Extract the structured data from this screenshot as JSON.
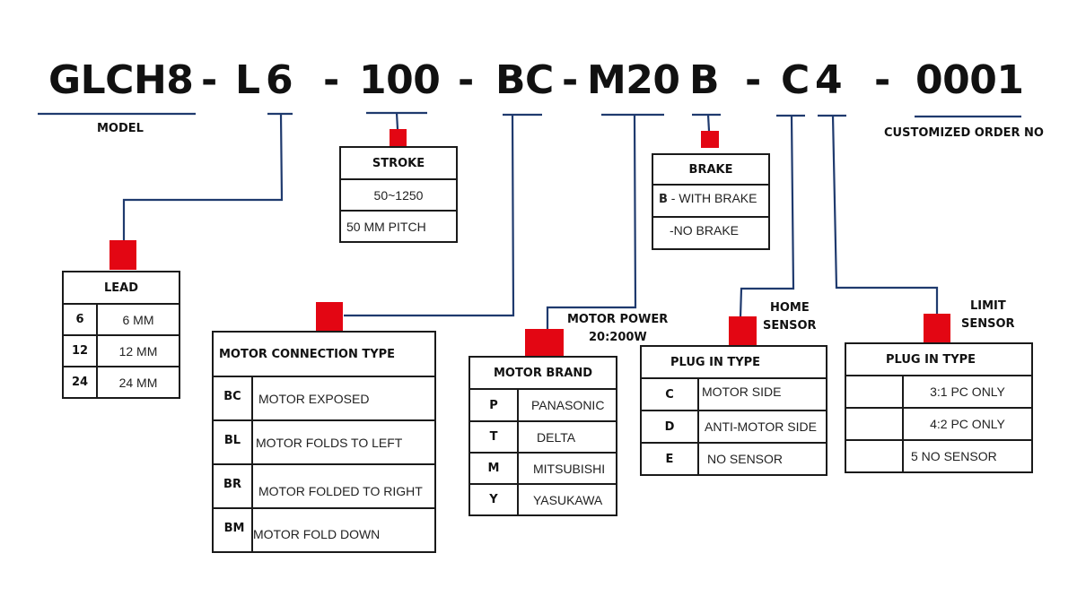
{
  "part_number": {
    "segments": [
      "GLCH8",
      "-",
      "L",
      "6",
      "-",
      "100",
      "-",
      "BC",
      "-",
      "M20",
      "B",
      "-",
      "C",
      "4",
      "-",
      "0001"
    ]
  },
  "labels": {
    "model": "MODEL",
    "customized_order_no": "CUSTOMIZED ORDER NO",
    "motor_power_line1": "MOTOR POWER",
    "motor_power_line2": "20:200W",
    "home_sensor_line1": "HOME",
    "home_sensor_line2": "SENSOR",
    "limit_sensor_line1": "LIMIT",
    "limit_sensor_line2": "SENSOR"
  },
  "tables": {
    "lead": {
      "title": "LEAD",
      "rows": [
        {
          "code": "6",
          "desc": "6 MM"
        },
        {
          "code": "12",
          "desc": "12 MM"
        },
        {
          "code": "24",
          "desc": "24 MM"
        }
      ]
    },
    "stroke": {
      "title": "STROKE",
      "rows": [
        "50~1250",
        "50 MM PITCH"
      ]
    },
    "brake": {
      "title": "BRAKE",
      "rows": [
        {
          "code": "B",
          "desc": " - WITH BRAKE"
        },
        {
          "code": "",
          "desc": "-NO BRAKE"
        }
      ]
    },
    "motor_connection": {
      "title": "MOTOR CONNECTION TYPE",
      "rows": [
        {
          "code": "BC",
          "desc": "MOTOR EXPOSED"
        },
        {
          "code": "BL",
          "desc": "MOTOR FOLDS TO LEFT"
        },
        {
          "code": "BR",
          "desc": "MOTOR FOLDED TO RIGHT"
        },
        {
          "code": "BM",
          "desc": "MOTOR FOLD DOWN"
        }
      ]
    },
    "motor_brand": {
      "title": "MOTOR BRAND",
      "rows": [
        {
          "code": "P",
          "desc": "PANASONIC"
        },
        {
          "code": "T",
          "desc": "DELTA"
        },
        {
          "code": "M",
          "desc": "MITSUBISHI"
        },
        {
          "code": "Y",
          "desc": "YASUKAWA"
        }
      ]
    },
    "home_sensor": {
      "title": "PLUG IN TYPE",
      "rows": [
        {
          "code": "C",
          "desc": "MOTOR SIDE"
        },
        {
          "code": "D",
          "desc": "ANTI-MOTOR SIDE"
        },
        {
          "code": "E",
          "desc": "NO SENSOR"
        }
      ]
    },
    "limit_sensor": {
      "title": "PLUG IN TYPE",
      "rows": [
        {
          "code": "",
          "desc": "3:1 PC ONLY"
        },
        {
          "code": "",
          "desc": "4:2 PC ONLY"
        },
        {
          "code": "",
          "desc": "5 NO SENSOR"
        }
      ]
    }
  },
  "colors": {
    "connector": "#e30613",
    "wire": "#1f3a6e",
    "border": "#1a1a1a"
  }
}
